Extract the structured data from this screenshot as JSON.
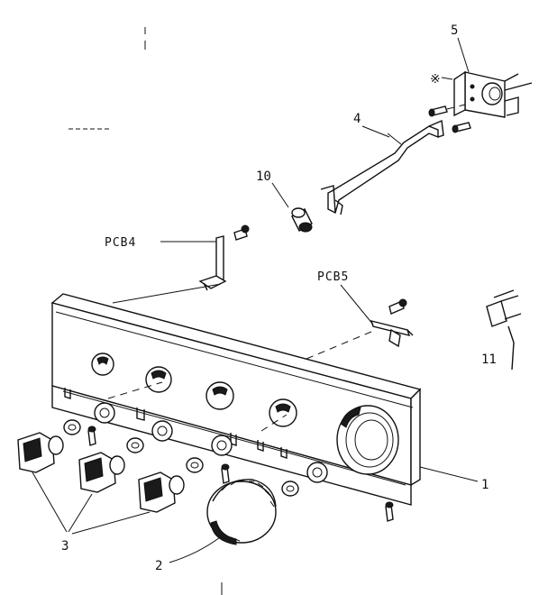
{
  "labels": {
    "part_1": "1",
    "part_2": "2",
    "part_3": "3",
    "part_4": "4",
    "part_5": "5",
    "part_10": "10",
    "part_11": "11",
    "pcb4": "PCB4",
    "pcb5": "PCB5",
    "note_mark": "※"
  },
  "colors": {
    "ink": "#111111",
    "paper": "#ffffff"
  }
}
